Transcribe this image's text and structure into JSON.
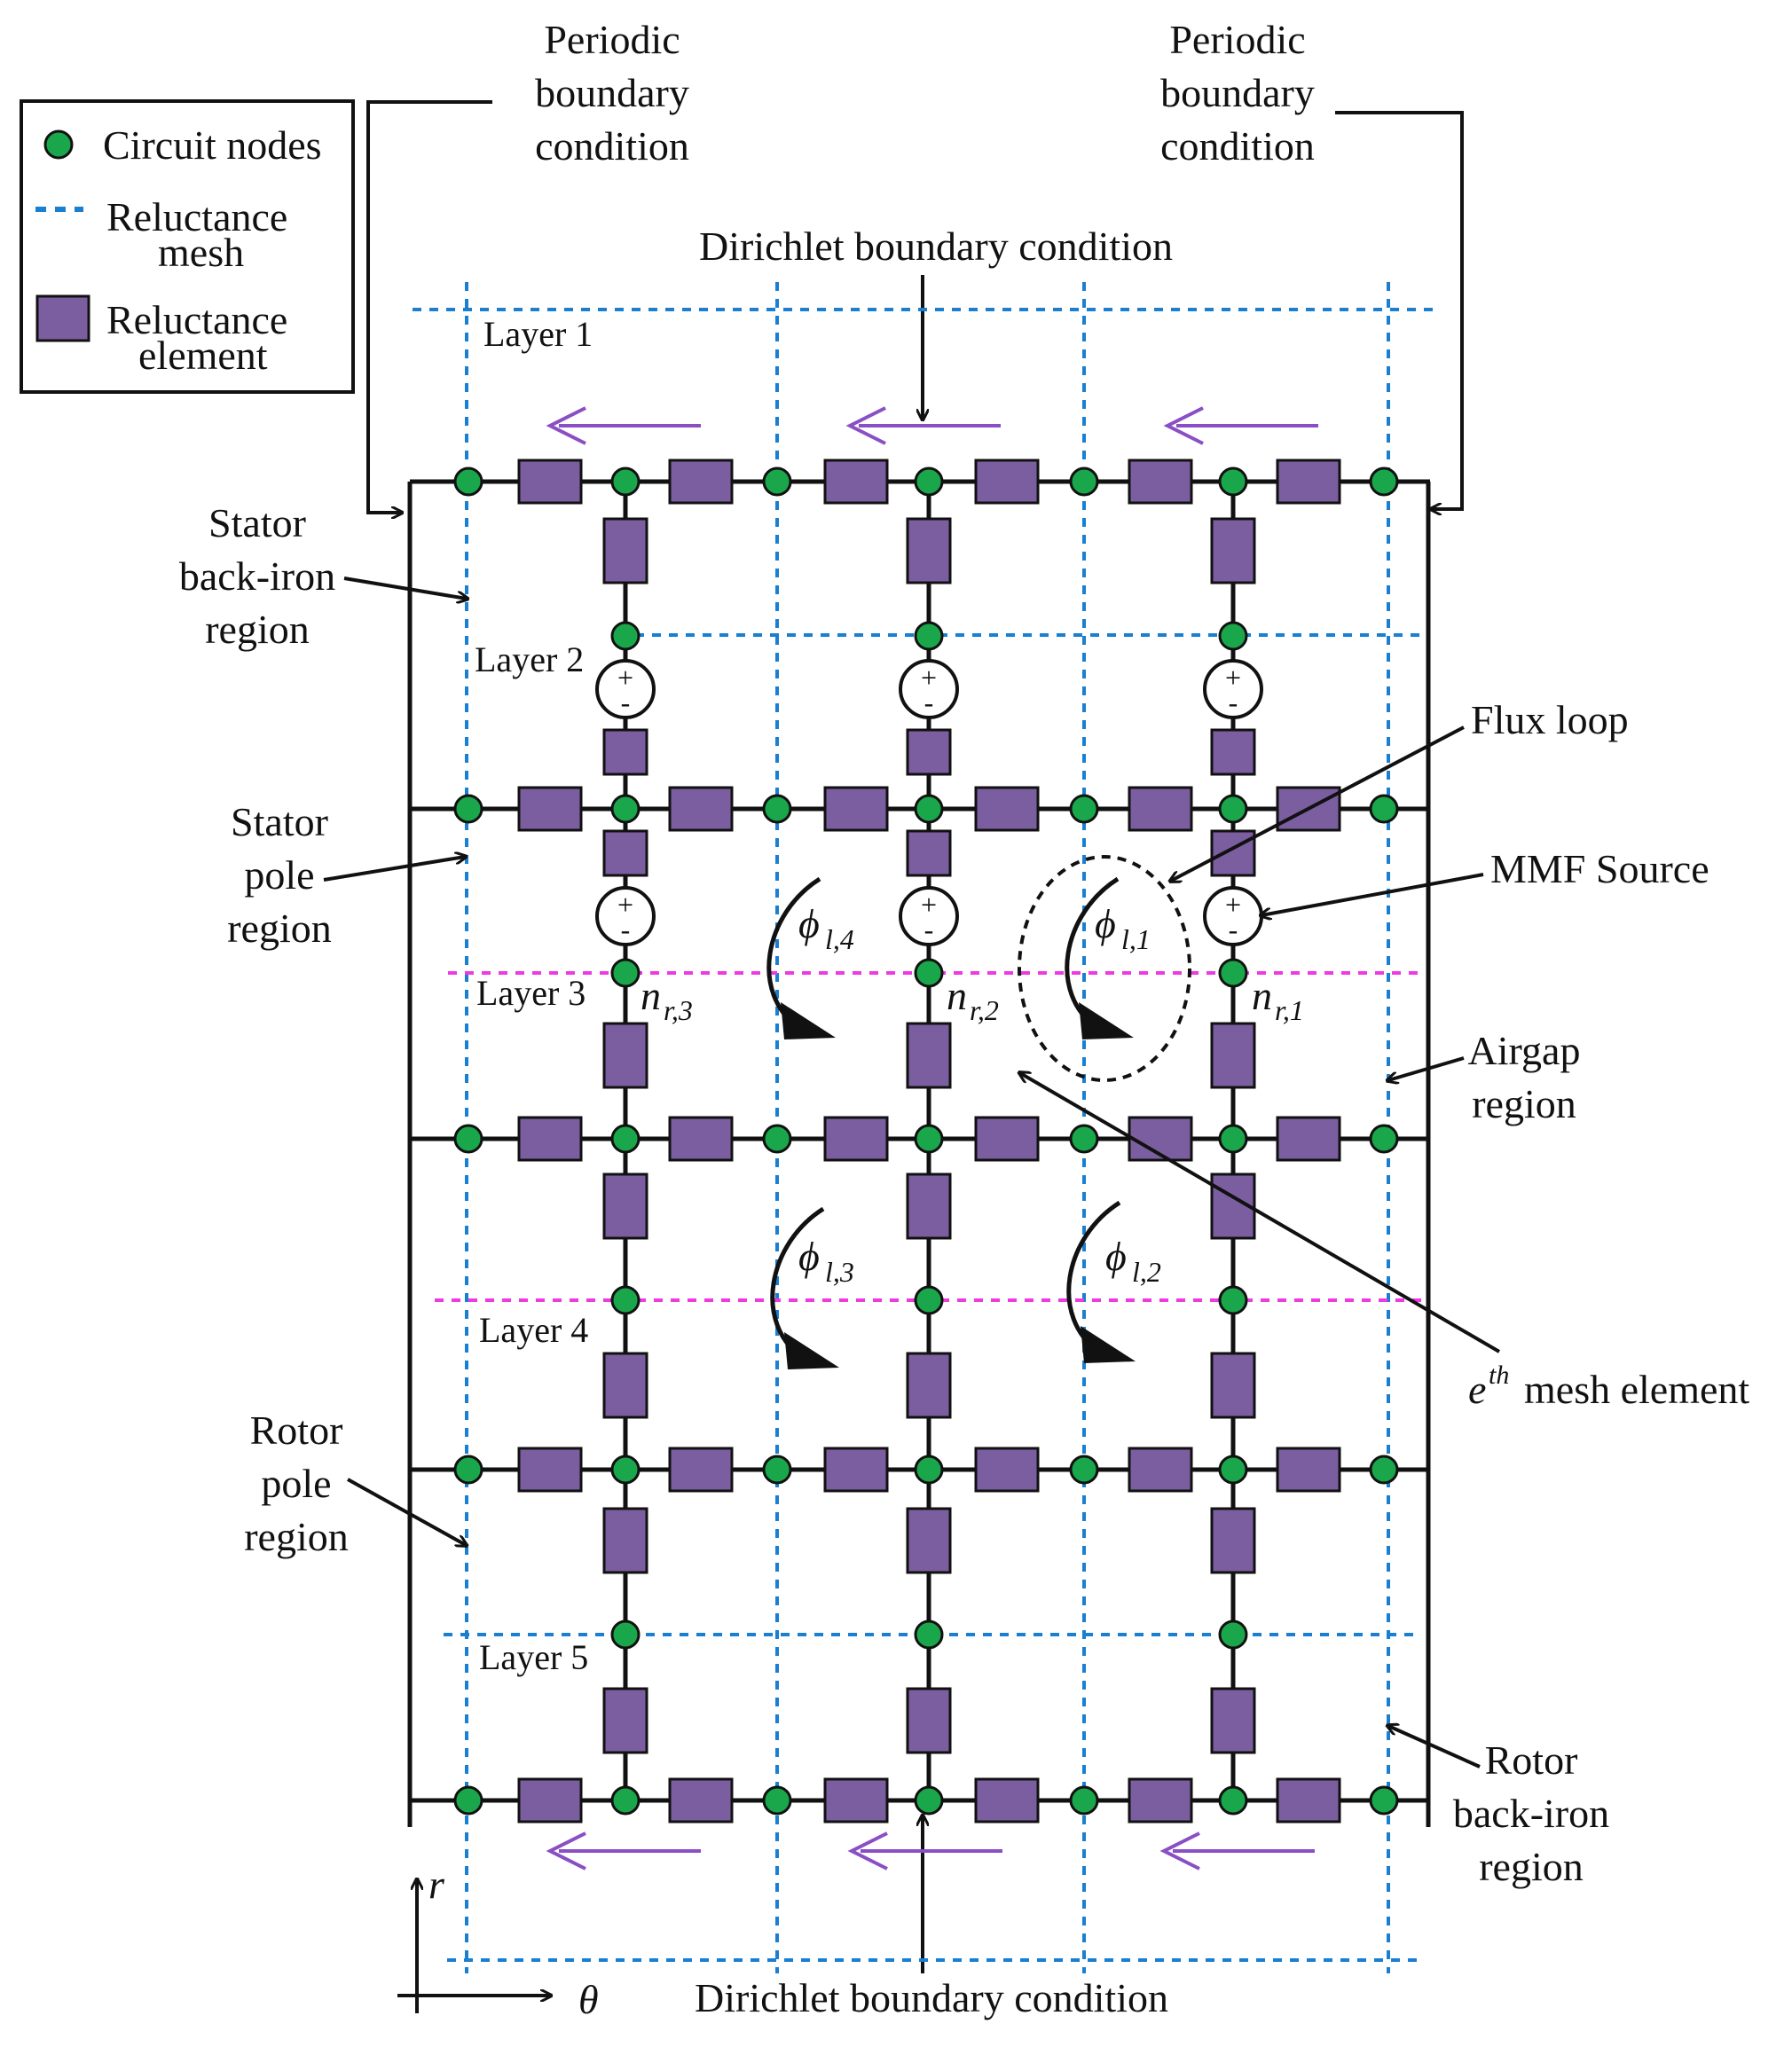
{
  "legend": {
    "items": [
      {
        "label": "Circuit nodes",
        "symbol": "green-circle"
      },
      {
        "label_line1": "Reluctance",
        "label_line2": "mesh",
        "symbol": "blue-dashed-line"
      },
      {
        "label_line1": "Reluctance",
        "label_line2": "element",
        "symbol": "purple-rectangle"
      }
    ]
  },
  "boundaries": {
    "periodic_left": [
      "Periodic",
      "boundary",
      "condition"
    ],
    "periodic_right": [
      "Periodic",
      "boundary",
      "condition"
    ],
    "dirichlet_top": "Dirichlet boundary condition",
    "dirichlet_bottom": "Dirichlet boundary condition"
  },
  "layers": [
    "Layer 1",
    "Layer 2",
    "Layer 3",
    "Layer 4",
    "Layer 5"
  ],
  "regions": {
    "stator_back_iron": [
      "Stator",
      "back-iron",
      "region"
    ],
    "stator_pole": [
      "Stator",
      "pole",
      "region"
    ],
    "rotor_pole": [
      "Rotor",
      "pole",
      "region"
    ],
    "airgap": [
      "Airgap",
      "region"
    ],
    "rotor_back_iron": [
      "Rotor",
      "back-iron",
      "region"
    ]
  },
  "annotations": {
    "flux_loop": "Flux loop",
    "mmf_source": "MMF Source",
    "mesh_element_sup": "th",
    "mesh_element_base": "e",
    "mesh_element_text": "mesh element"
  },
  "fluxes": [
    {
      "base": "ϕ",
      "sub": "l,1"
    },
    {
      "base": "ϕ",
      "sub": "l,2"
    },
    {
      "base": "ϕ",
      "sub": "l,3"
    },
    {
      "base": "ϕ",
      "sub": "l,4"
    }
  ],
  "nodes_labels": [
    {
      "base": "n",
      "sub": "r,1"
    },
    {
      "base": "n",
      "sub": "r,2"
    },
    {
      "base": "n",
      "sub": "r,3"
    }
  ],
  "mmf_sign": {
    "plus": "+",
    "minus": "-"
  },
  "axes": {
    "r": "r",
    "theta": "θ"
  },
  "colors": {
    "node_fill": "#1aa64b",
    "element_fill": "#7b5ea0",
    "mesh_blue": "#1a7fd0",
    "mesh_magenta": "#ee3ae0",
    "arrow_purple": "#8a4fc4",
    "line": "#111111"
  }
}
